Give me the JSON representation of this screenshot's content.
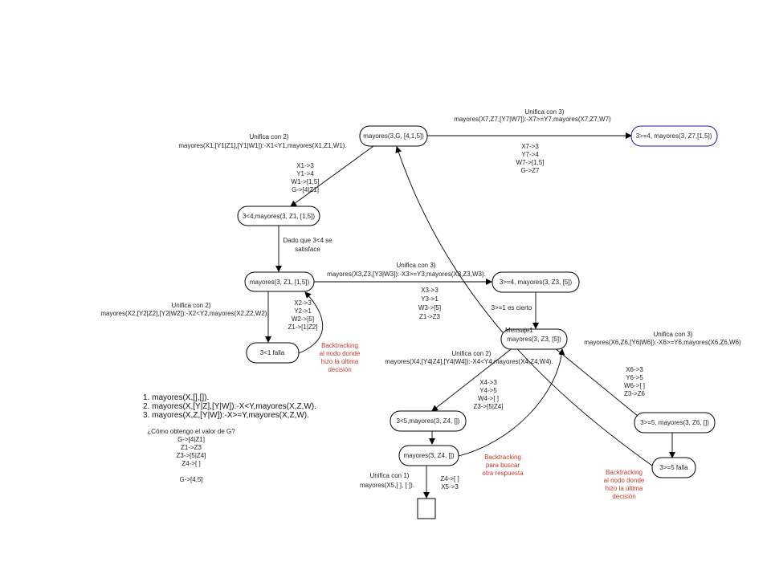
{
  "rules": {
    "r1": "1. mayores(X,[],[]).",
    "r2": "2. mayores(X,[Y|Z],[Y|W]):-X<Y,mayores(X,Z,W).",
    "r3": "3. mayores(X,Z,[Y|W]):-X>=Y,mayores(X,Z,W)."
  },
  "question": {
    "title": "¿Cómo obtengo el valor de G?",
    "lines": [
      "G->[4|Z1]",
      "Z1->Z3",
      "Z3->[5|Z4]",
      "Z4->[ ]",
      "G->[4,5]"
    ]
  },
  "nodes": {
    "root": "mayores(3,G, [4,1,5])",
    "n_r3_top": "3>=4, mayores(3, Z7,[1,5])",
    "n_lt4": "3<4,mayores(3, Z1, [1,5])",
    "n_z1": "mayores(3, Z1, [1,5])",
    "n_ge4": "3>=4, mayores(3, Z3, [5])",
    "n_fail1": "3<1 falla",
    "n_mensaje": "Mensaje1",
    "n_z3": "mayores(3, Z3, [5])",
    "n_lt5": "3<5,mayores(3, Z4, [])",
    "n_ge5": "3>=5, mayores(3, Z6, [])",
    "n_z4": "mayores(3, Z4, [])",
    "n_fail2": "3>=5 falla"
  },
  "edges": {
    "e_top_r3": {
      "title": "Unifica con 3)",
      "clause": "mayores(X7,Z7,[Y7|W7]):-X7>=Y7,mayores(X7,Z7,W7)",
      "subs": [
        "X7->3",
        "Y7->4",
        "W7->[1,5]",
        "G->Z7"
      ]
    },
    "e_top_r2": {
      "title": "Unifica con 2)",
      "clause": "mayores(X1,[Y1|Z1],[Y1|W1]):-X1<Y1,mayores(X1,Z1,W1).",
      "subs": [
        "X1->3",
        "Y1->4",
        "W1->[1,5]",
        "G->[4|Z1]"
      ]
    },
    "e_dado": [
      "Dado que 3<4 se",
      "satisface"
    ],
    "e_mid_r3": {
      "title": "Unifica con 3)",
      "clause": "mayores(X3,Z3,[Y3|W3]):-X3>=Y3,mayores(X3,Z3,W3).",
      "subs": [
        "X3->3",
        "Y3->1",
        "W3->[5]",
        "Z1->Z3"
      ]
    },
    "e_mid_r2": {
      "title": "Unifica con 2)",
      "clause": "mayores(X2,[Y2|Z2],[Y2|W2]):-X2<Y2,mayores(X2,Z2,W2).",
      "subs": [
        "X2->3",
        "Y2->1",
        "W2->[5]",
        "Z1->[1|Z2]"
      ]
    },
    "e_cierto": "3>=1 es cierto",
    "e_low_r2": {
      "title": "Unifica con 2)",
      "clause": "mayores(X4,[Y4|Z4],[Y4|W4]):-X4<Y4,mayores(X4,Z4,W4).",
      "subs": [
        "X4->3",
        "Y4->5",
        "W4->[ ]",
        "Z3->[5|Z4]"
      ]
    },
    "e_low_r3": {
      "title": "Unifica con 3)",
      "clause": "mayores(X6,Z6,[Y6|W6]):-X6>=Y6,mayores(X6,Z6,W6)",
      "subs": [
        "X6->3",
        "Y6->5",
        "W6->[ ]",
        "Z3->Z6"
      ]
    },
    "e_r1": {
      "title": "Unifica con 1)",
      "clause": "mayores(X5,[ ], [ ]).",
      "subs": [
        "Z4->[ ]",
        "X5->3"
      ]
    }
  },
  "backtracks": {
    "b1": [
      "Backtracking",
      "al nodo donde",
      "hizo la última",
      "decisión"
    ],
    "b2": [
      "Backtracking",
      "para buscar",
      "otra respuesta"
    ],
    "b3": [
      "Backtracking",
      "al nodo donde",
      "hizo la última",
      "decisión"
    ]
  },
  "colors": {
    "backtrack_text": "#c0392b",
    "blue_node_border": "#1a1aa8"
  }
}
